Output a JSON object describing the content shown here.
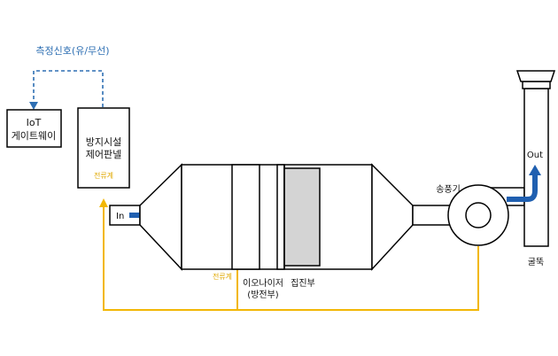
{
  "signal": {
    "label": "측정신호(유/무선)",
    "color": "#2e6fb3"
  },
  "iot_gateway": {
    "line1": "IoT",
    "line2": "게이트웨이"
  },
  "control_panel": {
    "line1": "방지시설",
    "line2": "제어판넬",
    "current_meter": "전류계"
  },
  "inlet": {
    "label": "In"
  },
  "ionizer": {
    "line1": "이오나이저",
    "line2": "(방전부)",
    "current_meter": "전류계"
  },
  "collector": {
    "label": "집진부"
  },
  "blower": {
    "label": "송풍기"
  },
  "chimney": {
    "label": "굴뚝",
    "outlet": "Out"
  },
  "colors": {
    "wire": "#f2b705",
    "arrow": "#1f5fb0",
    "collector_fill": "#d4d4d4",
    "meter_text": "#e0a800"
  }
}
